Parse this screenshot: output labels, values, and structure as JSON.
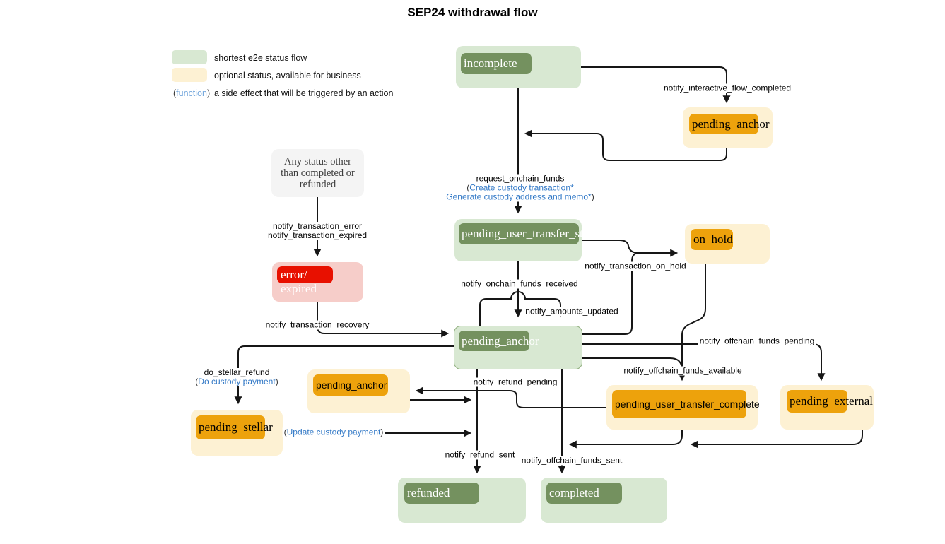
{
  "title": "SEP24 withdrawal flow",
  "legend": {
    "e2e": "shortest e2e status flow",
    "optional": "optional status, available for business",
    "function_word": "function",
    "function_desc": "a side effect that will be triggered by an action"
  },
  "nodes": {
    "incomplete": {
      "label": "incomplete"
    },
    "pending_anchor_top": {
      "label": "pending_anchor"
    },
    "pending_user_transfer_start": {
      "label": "pending_user_transfer_start"
    },
    "on_hold": {
      "label": "on_hold"
    },
    "any_status": {
      "label": "Any status other than completed or refunded"
    },
    "error_expired": {
      "line1": "error/",
      "line2": "expired"
    },
    "pending_anchor_center": {
      "label": "pending_anchor"
    },
    "pending_anchor_left": {
      "label": "pending_anchor"
    },
    "pending_stellar": {
      "label": "pending_stellar"
    },
    "pending_user_transfer_complete": {
      "label": "pending_user_transfer_complete"
    },
    "pending_external": {
      "label": "pending_external"
    },
    "refunded": {
      "label": "refunded"
    },
    "completed": {
      "label": "completed"
    }
  },
  "edges": {
    "paren_open": "(",
    "paren_close": ")",
    "notify_interactive_flow_completed": "notify_interactive_flow_completed",
    "request_onchain_funds": "request_onchain_funds",
    "create_fn1": "Create custody transaction*",
    "create_fn2": "Generate custody address and memo*",
    "notify_onchain_funds_received": "notify_onchain_funds_received",
    "notify_amounts_updated": "notify_amounts_updated",
    "notify_transaction_on_hold": "notify_transaction_on_hold",
    "notify_offchain_funds_pending": "notify_offchain_funds_pending",
    "notify_offchain_funds_available": "notify_offchain_funds_available",
    "notify_refund_pending": "notify_refund_pending",
    "notify_refund_sent": "notify_refund_sent",
    "notify_offchain_funds_sent": "notify_offchain_funds_sent",
    "notify_transaction_error": "notify_transaction_error",
    "notify_transaction_expired": "notify_transaction_expired",
    "notify_transaction_recovery": "notify_transaction_recovery",
    "do_stellar_refund": "do_stellar_refund",
    "do_custody_payment": "Do custody payment",
    "update_custody_payment": "Update custody payment"
  },
  "colors": {
    "green_light": "#d8e8d2",
    "green_dark": "#74915f",
    "green_border": "#8fae7d",
    "yellow_light": "#fdf1d3",
    "orange": "#eda20c",
    "pink_light": "#f6cdc9",
    "red": "#e81000",
    "gray_box": "#f4f4f4",
    "blue_function": "#3178c6",
    "blue_legend": "#74a7dc",
    "line": "#161616"
  }
}
